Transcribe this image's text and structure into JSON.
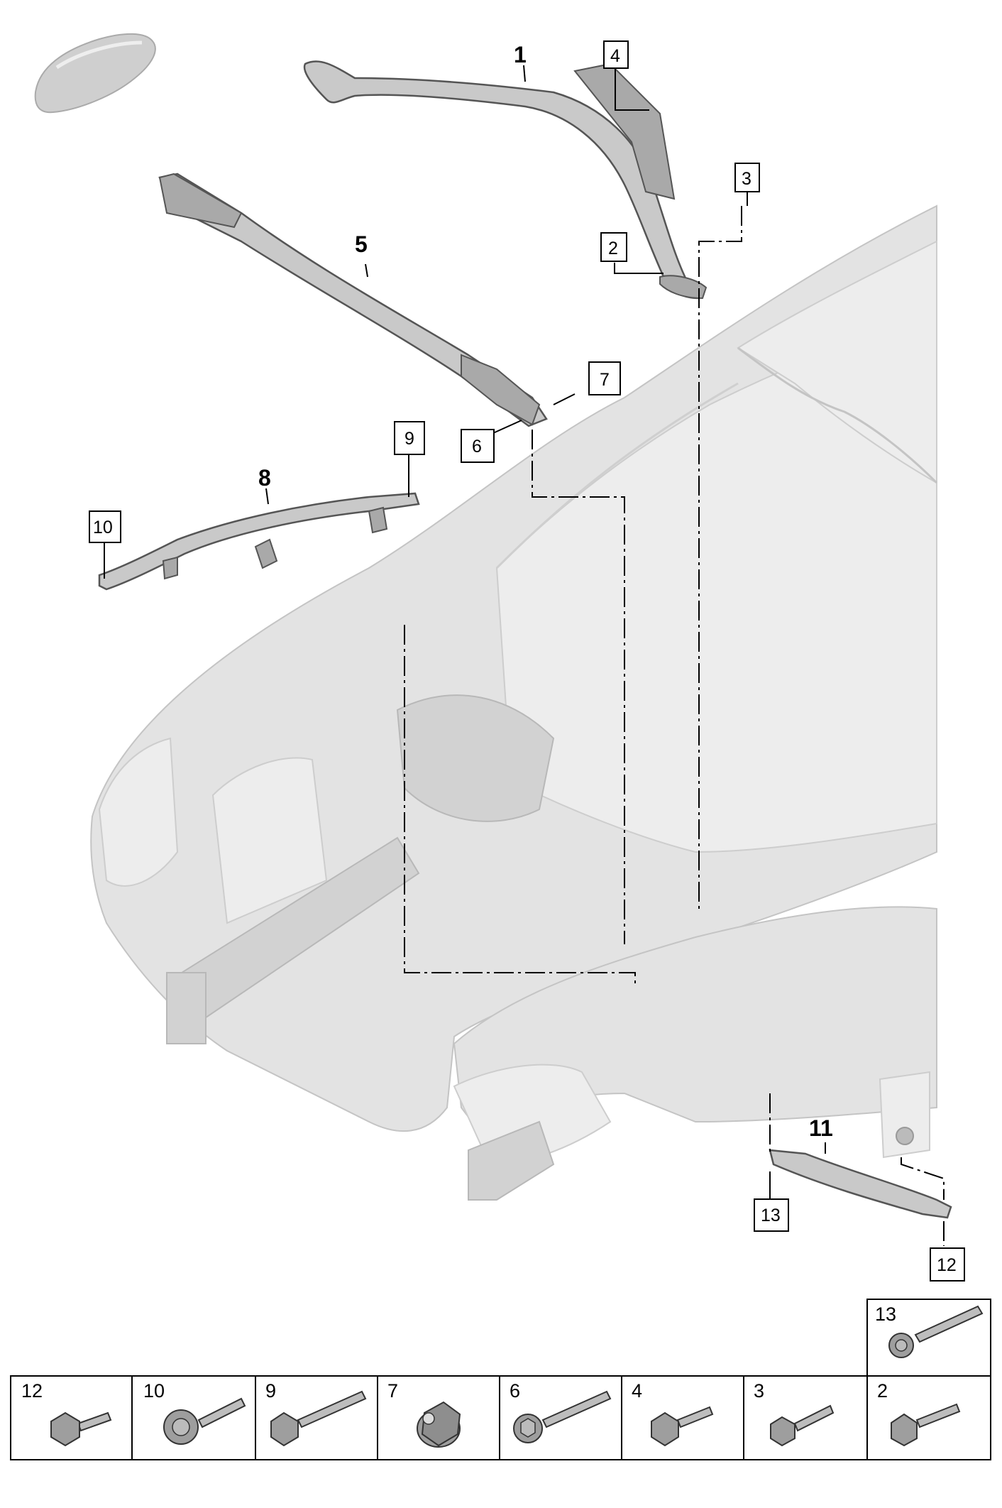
{
  "part_labels": {
    "p1": "1",
    "p5": "5",
    "p8": "8",
    "p11": "11"
  },
  "callouts": {
    "c2": "2",
    "c3": "3",
    "c4": "4",
    "c6": "6",
    "c7": "7",
    "c9": "9",
    "c10": "10",
    "c12": "12",
    "c13": "13"
  },
  "fasteners": [
    {
      "num": "12",
      "kind": "hex-flange-bolt-short"
    },
    {
      "num": "10",
      "kind": "washer-bolt-long"
    },
    {
      "num": "9",
      "kind": "hex-bolt-long"
    },
    {
      "num": "7",
      "kind": "flange-nut"
    },
    {
      "num": "6",
      "kind": "flange-bolt-long"
    },
    {
      "num": "4",
      "kind": "hex-flange-bolt"
    },
    {
      "num": "3",
      "kind": "hex-flange-bolt"
    },
    {
      "num": "2",
      "kind": "hex-flange-bolt"
    }
  ],
  "fastener_top": {
    "num": "13",
    "kind": "flange-bolt-long"
  },
  "colors": {
    "body": "#e3e3e3",
    "part": "#c9c9c9",
    "line": "#000000"
  },
  "icons": {
    "vehicle_thumbnail": "car-thumbnail-icon"
  }
}
